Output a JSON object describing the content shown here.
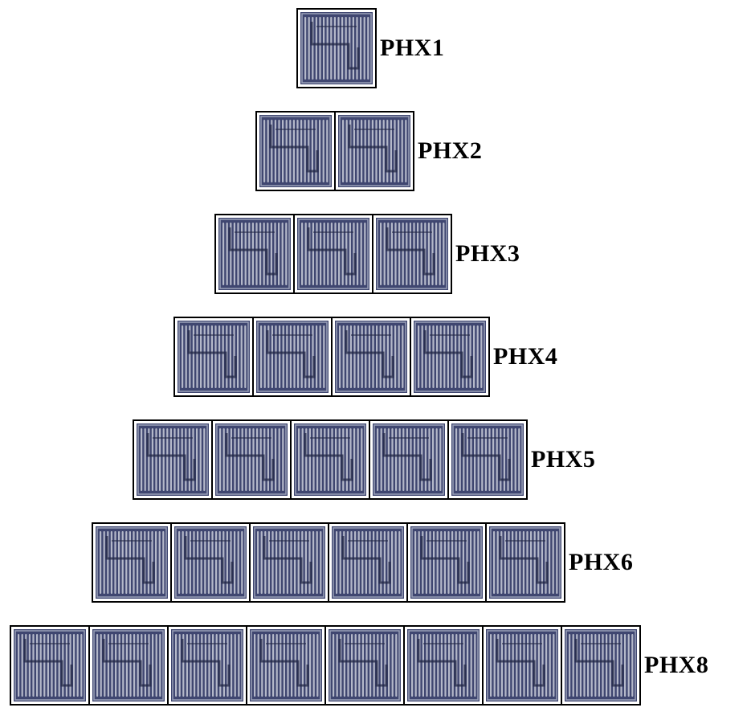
{
  "colors": {
    "frame": "#000000",
    "tile_fill": "#3f4670",
    "channel": "#c9ccd8"
  },
  "icon": "heat-exchanger-plate-icon",
  "rows": [
    {
      "label": "PHX1",
      "count": 1
    },
    {
      "label": "PHX2",
      "count": 2
    },
    {
      "label": "PHX3",
      "count": 3
    },
    {
      "label": "PHX4",
      "count": 4
    },
    {
      "label": "PHX5",
      "count": 5
    },
    {
      "label": "PHX6",
      "count": 6
    },
    {
      "label": "PHX8",
      "count": 8
    }
  ]
}
